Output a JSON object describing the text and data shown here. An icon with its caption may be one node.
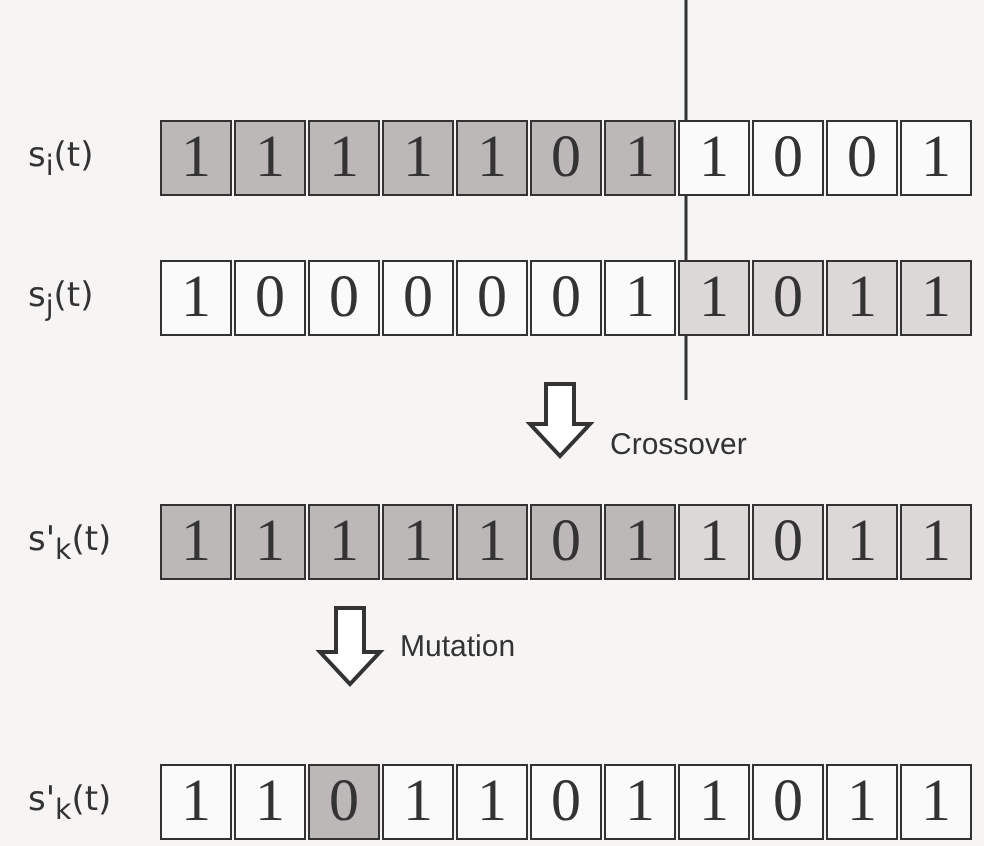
{
  "diagram": {
    "labels": [
      "s$_{i}$(t)",
      "1",
      "1",
      "1",
      "1",
      "1",
      "0",
      "1",
      "1",
      "0",
      "0",
      "1",
      "s$_{j}$(t)",
      "1",
      "0",
      "0",
      "0",
      "0",
      "0",
      "1",
      "1",
      "0",
      "1",
      "1",
      "Crossover",
      "s'$_{k}$(t)",
      "1",
      "1",
      "1",
      "1",
      "1",
      "0",
      "1",
      "1",
      "0",
      "1",
      "1",
      "Mutation",
      "s'$_{k}$(t)",
      "1",
      "1",
      "0",
      "1",
      "1",
      "0",
      "1",
      "1",
      "0",
      "1",
      "1"
    ]
  }
}
